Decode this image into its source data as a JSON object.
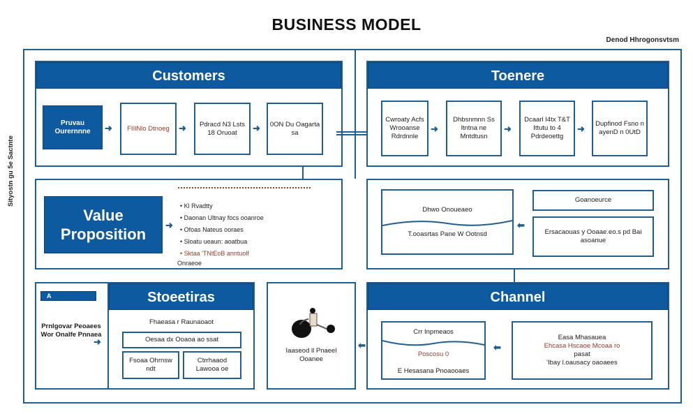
{
  "title": "BUSINESS MODEL",
  "subtitle": "Denod Hhrogonsvtsm",
  "side_label": "Sityostn gu 5e Sactnte",
  "customers": {
    "header": "Customers",
    "blue_box": "Pruvau Ourernnne",
    "cards": [
      "FIIlNlo Dtnoeg",
      "Pdracd N3 Lsts 18 Oruoat",
      "0ON Du Oagarta sa"
    ]
  },
  "toenere": {
    "header": "Toenere",
    "cards": [
      "Cwroaty Acfs Wrooanse Rdrdnnle",
      "Dhbsnmnn Ss ltntna ne Mntdtusn",
      "Dcaarl I4tx T&T Ittutu to 4 Pdrdeoettg",
      "Dupfinod Fsno n ayenD n 0UtD"
    ]
  },
  "value_proposition": {
    "label": "Value Proposition",
    "bullets": [
      "Kl Rvadtty",
      "Daonan Ultnay focs ooanroe",
      "Ofoas Nateus ooraes",
      "Sloatu ueaun: aoatbua",
      "Sktaa 'TNtEoB anntuolf"
    ],
    "footer": "Onraeoe"
  },
  "right_mid": {
    "left_box_top": "Dhwo Onoueaeo",
    "left_box_bottom": "T.ooasrtas Pane W Ootnsd",
    "top_right": "Goanoeurce",
    "bottom_right": "Ersacaouas y Ooaae.eo.s pd Bai asoanue"
  },
  "bottom_left": {
    "small_tab": "A",
    "text": "Prnlgovar Peoaees Wor Onalfe Pnnaea"
  },
  "strategies": {
    "header": "Stoeetiras",
    "caption": "Fhaeasa r Raunaoaot",
    "row1": "Oesaa dx Ooaoa ao ssat",
    "row2a": "Fsoaa Ohrnsw ndt",
    "row2b": "Ctrrhaaod Lawooa oe"
  },
  "center_bottom": {
    "label": "Iaaseod ll Pnaeel Ooanee"
  },
  "channel": {
    "header": "Channel",
    "left_box_top": "Crr Inpmeaos",
    "left_box_mid": "Poscosu 0",
    "left_box_bottom": "E Hesasana Pnoaooaes",
    "right_box_line1": "Easa Mhasauea",
    "right_box_line2": "Ehcasa Hscaoe Mcoaa ro",
    "right_box_line3": "pasat",
    "right_box_line4": "'Ibay l.oausacy oaoaees"
  },
  "colors": {
    "primary_blue": "#0d5aa0",
    "border_blue": "#1f5e8f",
    "accent_red": "#9a3a2c"
  }
}
